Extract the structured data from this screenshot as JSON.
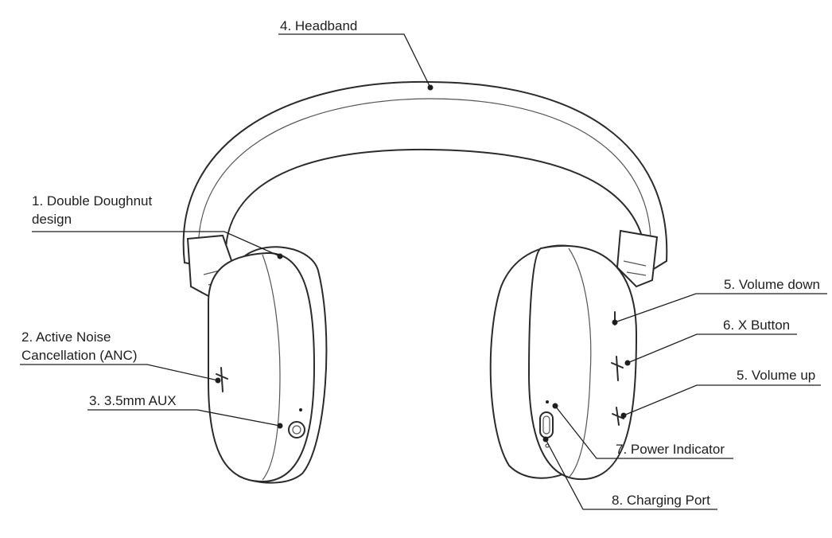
{
  "diagram": {
    "labels": {
      "double_doughnut_line1": "1. Double Doughnut",
      "double_doughnut_line2": "design",
      "anc_line1": "2. Active Noise",
      "anc_line2": "Cancellation (ANC)",
      "aux": "3. 3.5mm AUX",
      "headband": "4. Headband",
      "volume_down": "5. Volume down",
      "x_button": "6. X Button",
      "volume_up": "5. Volume up",
      "power_indicator": "7. Power Indicator",
      "charging_port": "8. Charging Port"
    },
    "colors": {
      "line": "#2b2b2b",
      "text": "#1e1e1e",
      "background": "#ffffff"
    }
  }
}
